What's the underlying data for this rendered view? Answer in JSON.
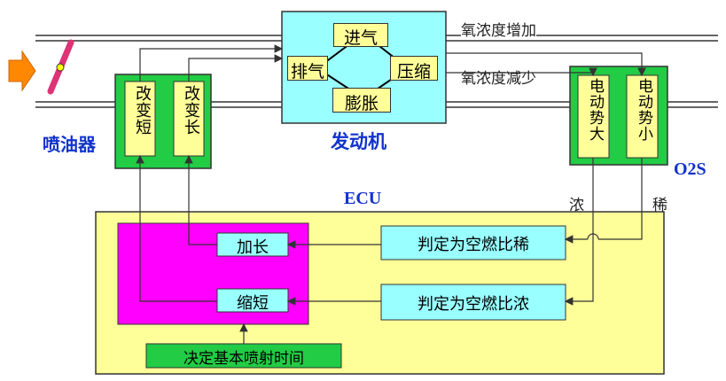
{
  "engine": {
    "label": "发动机",
    "strokes": {
      "intake": "进气",
      "compression": "压缩",
      "expansion": "膨胀",
      "exhaust": "排气"
    }
  },
  "injector": {
    "label": "喷油器",
    "shorten": "改变短",
    "lengthen": "改变长"
  },
  "o2s": {
    "label": "O2S",
    "large": "电动势大",
    "small": "电动势小",
    "rich": "浓",
    "lean": "稀"
  },
  "pipe": {
    "oxygen_up": "氧浓度增加",
    "oxygen_down": "氧浓度减少"
  },
  "ecu": {
    "label": "ECU",
    "lengthen": "加长",
    "shorten": "缩短",
    "judge_lean": "判定为空燃比稀",
    "judge_rich": "判定为空燃比浓",
    "basic_time": "决定基本喷射时间"
  },
  "colors": {
    "engine": "#99ffff",
    "injector": "#22cc44",
    "inner_box": "#ffff99",
    "ecu": "#ffff99",
    "magenta": "#ff00ff",
    "cyan_box": "#99ffff",
    "blue_text": "#1133cc",
    "arrow": "#ff8800",
    "throttle": "#dd3377"
  }
}
